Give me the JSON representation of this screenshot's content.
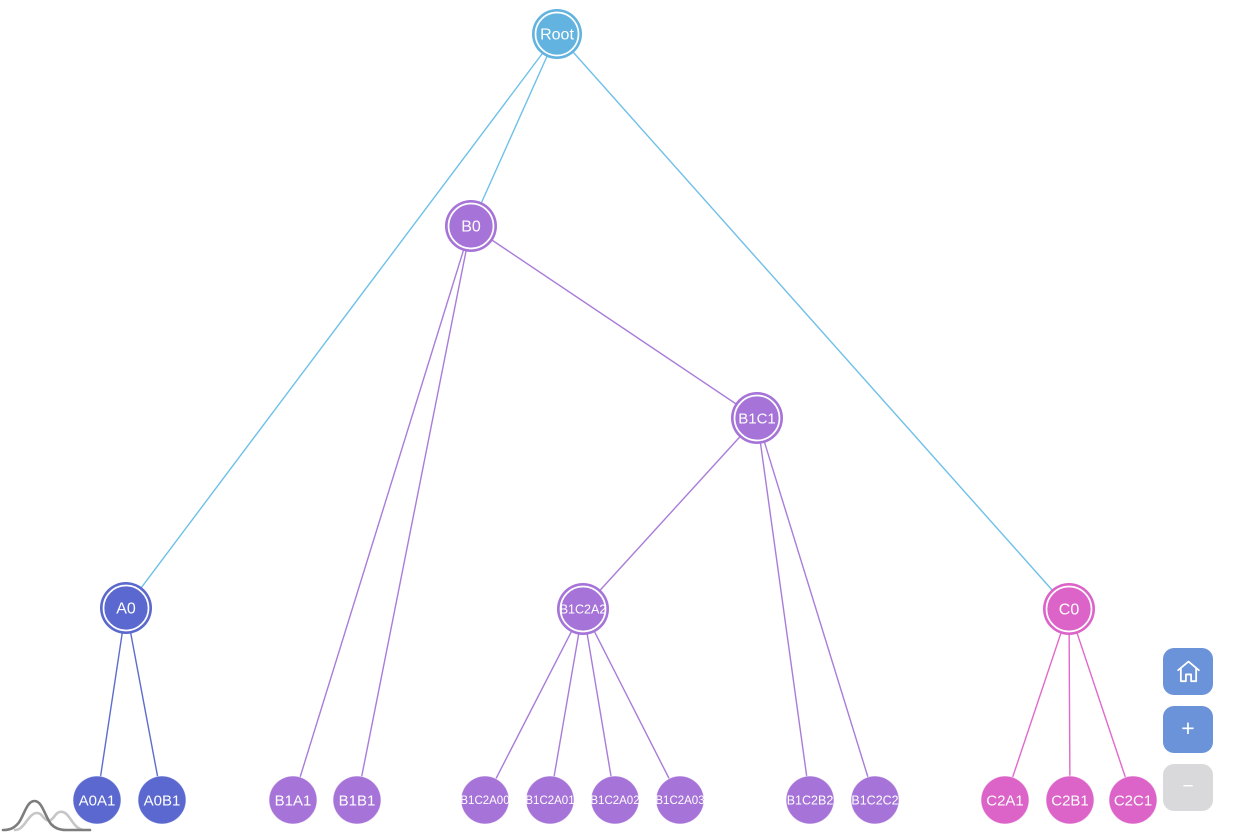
{
  "graph": {
    "nodes": [
      {
        "id": "Root",
        "label": "Root",
        "group": "blue",
        "type": "parent"
      },
      {
        "id": "B0",
        "label": "B0",
        "group": "purple",
        "type": "parent"
      },
      {
        "id": "B1C1",
        "label": "B1C1",
        "group": "purple",
        "type": "parent"
      },
      {
        "id": "A0",
        "label": "A0",
        "group": "indigo",
        "type": "parent"
      },
      {
        "id": "B1C2A2",
        "label": "B1C2A2",
        "group": "purple",
        "type": "parent"
      },
      {
        "id": "C0",
        "label": "C0",
        "group": "pink",
        "type": "parent"
      },
      {
        "id": "A0A1",
        "label": "A0A1",
        "group": "indigo",
        "type": "leaf"
      },
      {
        "id": "A0B1",
        "label": "A0B1",
        "group": "indigo",
        "type": "leaf"
      },
      {
        "id": "B1A1",
        "label": "B1A1",
        "group": "purple",
        "type": "leaf"
      },
      {
        "id": "B1B1",
        "label": "B1B1",
        "group": "purple",
        "type": "leaf"
      },
      {
        "id": "B1C2A00",
        "label": "B1C2A00",
        "group": "purple",
        "type": "leaf"
      },
      {
        "id": "B1C2A01",
        "label": "B1C2A01",
        "group": "purple",
        "type": "leaf"
      },
      {
        "id": "B1C2A02",
        "label": "B1C2A02",
        "group": "purple",
        "type": "leaf"
      },
      {
        "id": "B1C2A03",
        "label": "B1C2A03",
        "group": "purple",
        "type": "leaf"
      },
      {
        "id": "B1C2B2",
        "label": "B1C2B2",
        "group": "purple",
        "type": "leaf"
      },
      {
        "id": "B1C2C2",
        "label": "B1C2C2",
        "group": "purple",
        "type": "leaf"
      },
      {
        "id": "C2A1",
        "label": "C2A1",
        "group": "pink",
        "type": "leaf"
      },
      {
        "id": "C2B1",
        "label": "C2B1",
        "group": "pink",
        "type": "leaf"
      },
      {
        "id": "C2C1",
        "label": "C2C1",
        "group": "pink",
        "type": "leaf"
      }
    ],
    "edges": [
      {
        "from": "Root",
        "to": "B0",
        "group": "blue"
      },
      {
        "from": "Root",
        "to": "A0",
        "group": "blue"
      },
      {
        "from": "Root",
        "to": "C0",
        "group": "blue"
      },
      {
        "from": "B0",
        "to": "B1A1",
        "group": "purple"
      },
      {
        "from": "B0",
        "to": "B1B1",
        "group": "purple"
      },
      {
        "from": "B0",
        "to": "B1C1",
        "group": "purple"
      },
      {
        "from": "B1C1",
        "to": "B1C2A2",
        "group": "purple"
      },
      {
        "from": "B1C1",
        "to": "B1C2B2",
        "group": "purple"
      },
      {
        "from": "B1C1",
        "to": "B1C2C2",
        "group": "purple"
      },
      {
        "from": "B1C2A2",
        "to": "B1C2A00",
        "group": "purple"
      },
      {
        "from": "B1C2A2",
        "to": "B1C2A01",
        "group": "purple"
      },
      {
        "from": "B1C2A2",
        "to": "B1C2A02",
        "group": "purple"
      },
      {
        "from": "B1C2A2",
        "to": "B1C2A03",
        "group": "purple"
      },
      {
        "from": "A0",
        "to": "A0A1",
        "group": "indigo"
      },
      {
        "from": "A0",
        "to": "A0B1",
        "group": "indigo"
      },
      {
        "from": "C0",
        "to": "C2A1",
        "group": "pink"
      },
      {
        "from": "C0",
        "to": "C2B1",
        "group": "pink"
      },
      {
        "from": "C0",
        "to": "C2C1",
        "group": "pink"
      }
    ]
  },
  "colors": {
    "blue": {
      "node": "#62b3df",
      "edge": "#6fc0e9"
    },
    "purple": {
      "node": "#a673d8",
      "edge": "#a97cd9"
    },
    "indigo": {
      "node": "#5a68cf",
      "edge": "#5c6dce"
    },
    "pink": {
      "node": "#dc63c8",
      "edge": "#e268cb"
    },
    "control_blue": "#6b93d9",
    "control_gray": "#d9d9db",
    "logo_dark": "#7d7d7d",
    "logo_light": "#c6c6c6"
  },
  "controls": {
    "home_icon": "home-icon",
    "zoom_in_label": "+",
    "zoom_out_label": "−"
  },
  "logo": {
    "icon": "distribution-curves-logo"
  }
}
